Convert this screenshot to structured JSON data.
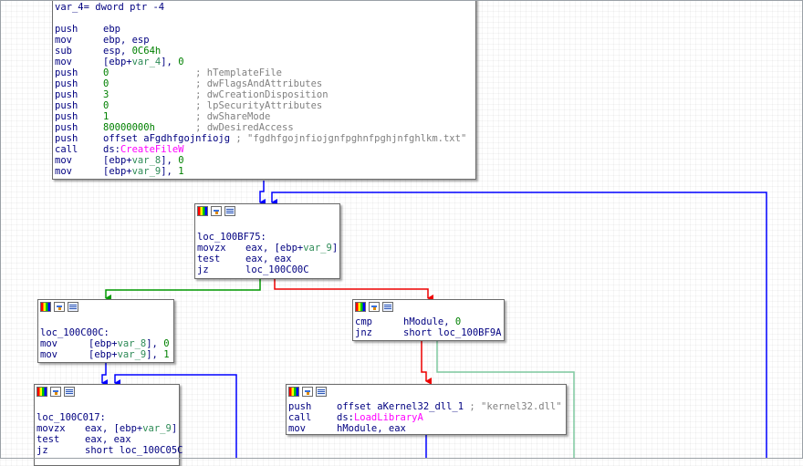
{
  "block_top": {
    "lines": [
      {
        "segs": [
          [
            "lbl",
            "var_4= dword ptr -4"
          ]
        ]
      },
      {
        "segs": [
          [
            "lbl",
            ""
          ]
        ]
      },
      {
        "m": "push",
        "segs": [
          [
            "o",
            "ebp"
          ]
        ]
      },
      {
        "m": "mov",
        "segs": [
          [
            "o",
            "ebp, esp"
          ]
        ]
      },
      {
        "m": "sub",
        "segs": [
          [
            "o",
            "esp, "
          ],
          [
            "num",
            "0C64h"
          ]
        ]
      },
      {
        "m": "mov",
        "segs": [
          [
            "o",
            "[ebp+"
          ],
          [
            "var",
            "var_4"
          ],
          [
            "o",
            "], "
          ],
          [
            "num",
            "0"
          ]
        ]
      },
      {
        "m": "push",
        "segs": [
          [
            "num",
            "0"
          ],
          [
            "o",
            "               "
          ],
          [
            "cm",
            "; hTemplateFile"
          ]
        ]
      },
      {
        "m": "push",
        "segs": [
          [
            "num",
            "0"
          ],
          [
            "o",
            "               "
          ],
          [
            "cm",
            "; dwFlagsAndAttributes"
          ]
        ]
      },
      {
        "m": "push",
        "segs": [
          [
            "num",
            "3"
          ],
          [
            "o",
            "               "
          ],
          [
            "cm",
            "; dwCreationDisposition"
          ]
        ]
      },
      {
        "m": "push",
        "segs": [
          [
            "num",
            "0"
          ],
          [
            "o",
            "               "
          ],
          [
            "cm",
            "; lpSecurityAttributes"
          ]
        ]
      },
      {
        "m": "push",
        "segs": [
          [
            "num",
            "1"
          ],
          [
            "o",
            "               "
          ],
          [
            "cm",
            "; dwShareMode"
          ]
        ]
      },
      {
        "m": "push",
        "segs": [
          [
            "num",
            "80000000h"
          ],
          [
            "o",
            "       "
          ],
          [
            "cm",
            "; dwDesiredAccess"
          ]
        ]
      },
      {
        "m": "push",
        "segs": [
          [
            "o",
            "offset aFgdhfgojnfiojg "
          ],
          [
            "cm",
            "; \"fgdhfgojnfiojgnfpghnfpghjnfghlkm.txt\""
          ]
        ]
      },
      {
        "m": "call",
        "segs": [
          [
            "o",
            "ds:"
          ],
          [
            "fn",
            "CreateFileW"
          ]
        ]
      },
      {
        "m": "mov",
        "segs": [
          [
            "o",
            "[ebp+"
          ],
          [
            "var",
            "var_8"
          ],
          [
            "o",
            "], "
          ],
          [
            "num",
            "0"
          ]
        ]
      },
      {
        "m": "mov",
        "segs": [
          [
            "o",
            "[ebp+"
          ],
          [
            "var",
            "var_9"
          ],
          [
            "o",
            "], "
          ],
          [
            "num",
            "1"
          ]
        ]
      }
    ]
  },
  "block_loop": {
    "lines": [
      {
        "segs": [
          [
            "lbl",
            ""
          ]
        ]
      },
      {
        "segs": [
          [
            "lbl",
            "loc_100BF75:"
          ]
        ]
      },
      {
        "m": "movzx",
        "segs": [
          [
            "o",
            "eax, [ebp+"
          ],
          [
            "var",
            "var_9"
          ],
          [
            "o",
            "]"
          ]
        ]
      },
      {
        "m": "test",
        "segs": [
          [
            "o",
            "eax, eax"
          ]
        ]
      },
      {
        "m": "jz",
        "segs": [
          [
            "o",
            "loc_100C00C"
          ]
        ]
      }
    ]
  },
  "block_c00c": {
    "lines": [
      {
        "segs": [
          [
            "lbl",
            ""
          ]
        ]
      },
      {
        "segs": [
          [
            "lbl",
            "loc_100C00C:"
          ]
        ]
      },
      {
        "m": "mov",
        "segs": [
          [
            "o",
            "[ebp+"
          ],
          [
            "var",
            "var_8"
          ],
          [
            "o",
            "], "
          ],
          [
            "num",
            "0"
          ]
        ]
      },
      {
        "m": "mov",
        "segs": [
          [
            "o",
            "[ebp+"
          ],
          [
            "var",
            "var_9"
          ],
          [
            "o",
            "], "
          ],
          [
            "num",
            "1"
          ]
        ]
      }
    ]
  },
  "block_cmp": {
    "lines": [
      {
        "m": "cmp",
        "segs": [
          [
            "o",
            "hModule, "
          ],
          [
            "num",
            "0"
          ]
        ]
      },
      {
        "m": "jnz",
        "segs": [
          [
            "o",
            "short loc_100BF9A"
          ]
        ]
      }
    ]
  },
  "block_c017": {
    "lines": [
      {
        "segs": [
          [
            "lbl",
            ""
          ]
        ]
      },
      {
        "segs": [
          [
            "lbl",
            "loc_100C017:"
          ]
        ]
      },
      {
        "m": "movzx",
        "segs": [
          [
            "o",
            "eax, [ebp+"
          ],
          [
            "var",
            "var_9"
          ],
          [
            "o",
            "]"
          ]
        ]
      },
      {
        "m": "test",
        "segs": [
          [
            "o",
            "eax, eax"
          ]
        ]
      },
      {
        "m": "jz",
        "segs": [
          [
            "o",
            "short loc_100C05C"
          ]
        ]
      }
    ]
  },
  "block_kernel": {
    "lines": [
      {
        "m": "push",
        "segs": [
          [
            "o",
            "offset aKernel32_dll_1 "
          ],
          [
            "cm",
            "; \"kernel32.dll\""
          ]
        ]
      },
      {
        "m": "call",
        "segs": [
          [
            "o",
            "ds:"
          ],
          [
            "fn",
            "LoadLibraryA"
          ]
        ]
      },
      {
        "m": "mov",
        "segs": [
          [
            "o",
            "hModule, eax"
          ]
        ]
      }
    ]
  },
  "colors": {
    "edge_blue": "#0000ff",
    "edge_green": "#009900",
    "edge_red": "#ee0000",
    "edge_teal": "#7fc99f"
  }
}
